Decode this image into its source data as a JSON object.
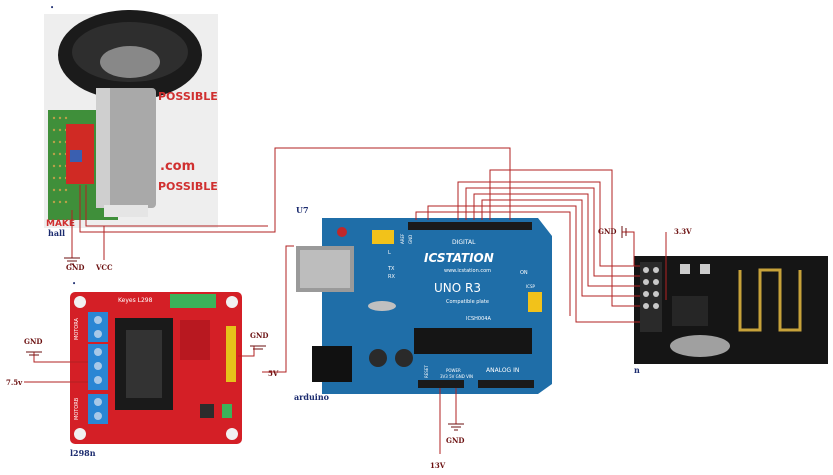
{
  "labels": {
    "hall": "hall",
    "u7": "U7",
    "arduino": "arduino",
    "l298n": "l298n",
    "nrf_mark": "n"
  },
  "power": {
    "gnd_motor": "GND",
    "vcc_motor": "VCC",
    "gnd_l298_left": "GND",
    "v_l298_left": "7.5v",
    "gnd_l298_right": "GND",
    "v_l298_right": "5V",
    "gnd_arduino": "GND",
    "v_arduino": "13V",
    "gnd_nrf": "GND",
    "v_nrf": "3.3V"
  },
  "arduino_board": {
    "brand": "ICSTATION",
    "url": "www.icstation.com",
    "model": "UNO R3",
    "sub": "Compatible plate",
    "chip": "ICSH004A",
    "digital": "DIGITAL",
    "analog": "ANALOG IN",
    "power": "POWER",
    "on": "ON",
    "aref": "AREF",
    "gnd": "GND",
    "reset": "RESET",
    "tx": "TX",
    "rx": "RX",
    "l": "L",
    "pins_power": "3V3 5V GND VIN",
    "icsp": "ICSP"
  },
  "l298_board": {
    "title": "Keyes L298",
    "motora": "MOTORA",
    "motorb": "MOTORB"
  },
  "motor_photo": {
    "watermark1": "POSSIBLE",
    "watermark2": ".com",
    "watermark3": "POSSIBLE",
    "watermark4": "MAKE"
  },
  "colors": {
    "wire": "#b22222",
    "wire_dark": "#7a1010",
    "arduino_blue": "#1f6ea8",
    "l298_red": "#d0202a",
    "pcb_green": "#3a8a3a",
    "nrf_black": "#141414"
  }
}
